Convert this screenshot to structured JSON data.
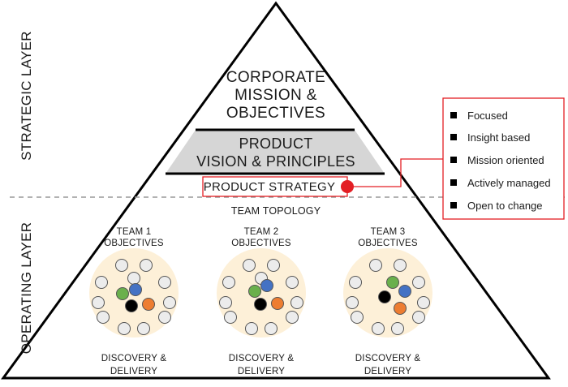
{
  "layers": {
    "strategic": "STRATEGIC LAYER",
    "operating": "OPERATING LAYER"
  },
  "pyramid": {
    "mission": [
      "CORPORATE",
      "MISSION &",
      "OBJECTIVES"
    ],
    "vision": [
      "PRODUCT",
      "VISION & PRINCIPLES"
    ],
    "strategy": "PRODUCT STRATEGY",
    "topology": "TEAM TOPOLOGY"
  },
  "teams": [
    {
      "objectives": [
        "TEAM 1",
        "OBJECTIVES"
      ],
      "delivery": [
        "DISCOVERY &",
        "DELIVERY"
      ]
    },
    {
      "objectives": [
        "TEAM 2",
        "OBJECTIVES"
      ],
      "delivery": [
        "DISCOVERY &",
        "DELIVERY"
      ]
    },
    {
      "objectives": [
        "TEAM 3",
        "OBJECTIVES"
      ],
      "delivery": [
        "DISCOVERY &",
        "DELIVERY"
      ]
    }
  ],
  "strategy_properties": [
    "Focused",
    "Insight based",
    "Mission oriented",
    "Actively managed",
    "Open to change"
  ],
  "colors": {
    "vision_band": "#d6d6d6",
    "team_circle": "#fdf0d8",
    "member_circle": "#ececec",
    "green": "#6ab04c",
    "blue": "#4472c4",
    "orange": "#ed7d31",
    "black": "#000000",
    "accent_red": "#e31e24"
  }
}
